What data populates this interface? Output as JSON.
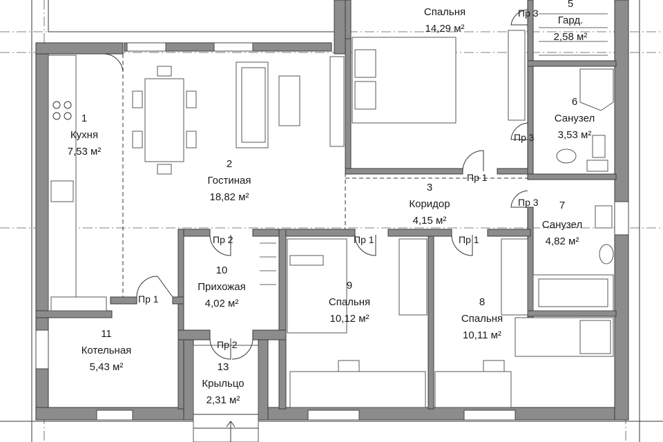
{
  "plan": {
    "rooms": [
      {
        "id": "kitchen",
        "number": "1",
        "name": "Кухня",
        "area": "7,53 м²"
      },
      {
        "id": "living",
        "number": "2",
        "name": "Гостиная",
        "area": "18,82 м²"
      },
      {
        "id": "corridor",
        "number": "3",
        "name": "Коридор",
        "area": "4,15 м²"
      },
      {
        "id": "bedroom-top",
        "number": "",
        "name": "Спальня",
        "area": "14,29 м²"
      },
      {
        "id": "wardrobe",
        "number": "5",
        "name": "Гард.",
        "area": "2,58 м²"
      },
      {
        "id": "bath6",
        "number": "6",
        "name": "Санузел",
        "area": "3,53 м²"
      },
      {
        "id": "bath7",
        "number": "7",
        "name": "Санузел",
        "area": "4,82 м²"
      },
      {
        "id": "bedroom8",
        "number": "8",
        "name": "Спальня",
        "area": "10,11 м²"
      },
      {
        "id": "bedroom9",
        "number": "9",
        "name": "Спальня",
        "area": "10,12 м²"
      },
      {
        "id": "hall",
        "number": "10",
        "name": "Прихожая",
        "area": "4,02 м²"
      },
      {
        "id": "boiler",
        "number": "11",
        "name": "Котельная",
        "area": "5,43 м²"
      },
      {
        "id": "porch",
        "number": "13",
        "name": "Крыльцо",
        "area": "2,31 м²"
      }
    ],
    "doors": [
      {
        "id": "d-wardrobe",
        "label": "Пр 3"
      },
      {
        "id": "d-bath6",
        "label": "Пр 3"
      },
      {
        "id": "d-bath7",
        "label": "Пр 3"
      },
      {
        "id": "d-bedtop",
        "label": "Пр 1"
      },
      {
        "id": "d-hall",
        "label": "Пр 2"
      },
      {
        "id": "d-bed9",
        "label": "Пр 1"
      },
      {
        "id": "d-bed8",
        "label": "Пр 1"
      },
      {
        "id": "d-boiler",
        "label": "Пр 1"
      },
      {
        "id": "d-porch",
        "label": "Пр 2"
      }
    ],
    "colors": {
      "wall": "#8c8c8c",
      "line": "#333333",
      "background": "#ffffff"
    }
  }
}
